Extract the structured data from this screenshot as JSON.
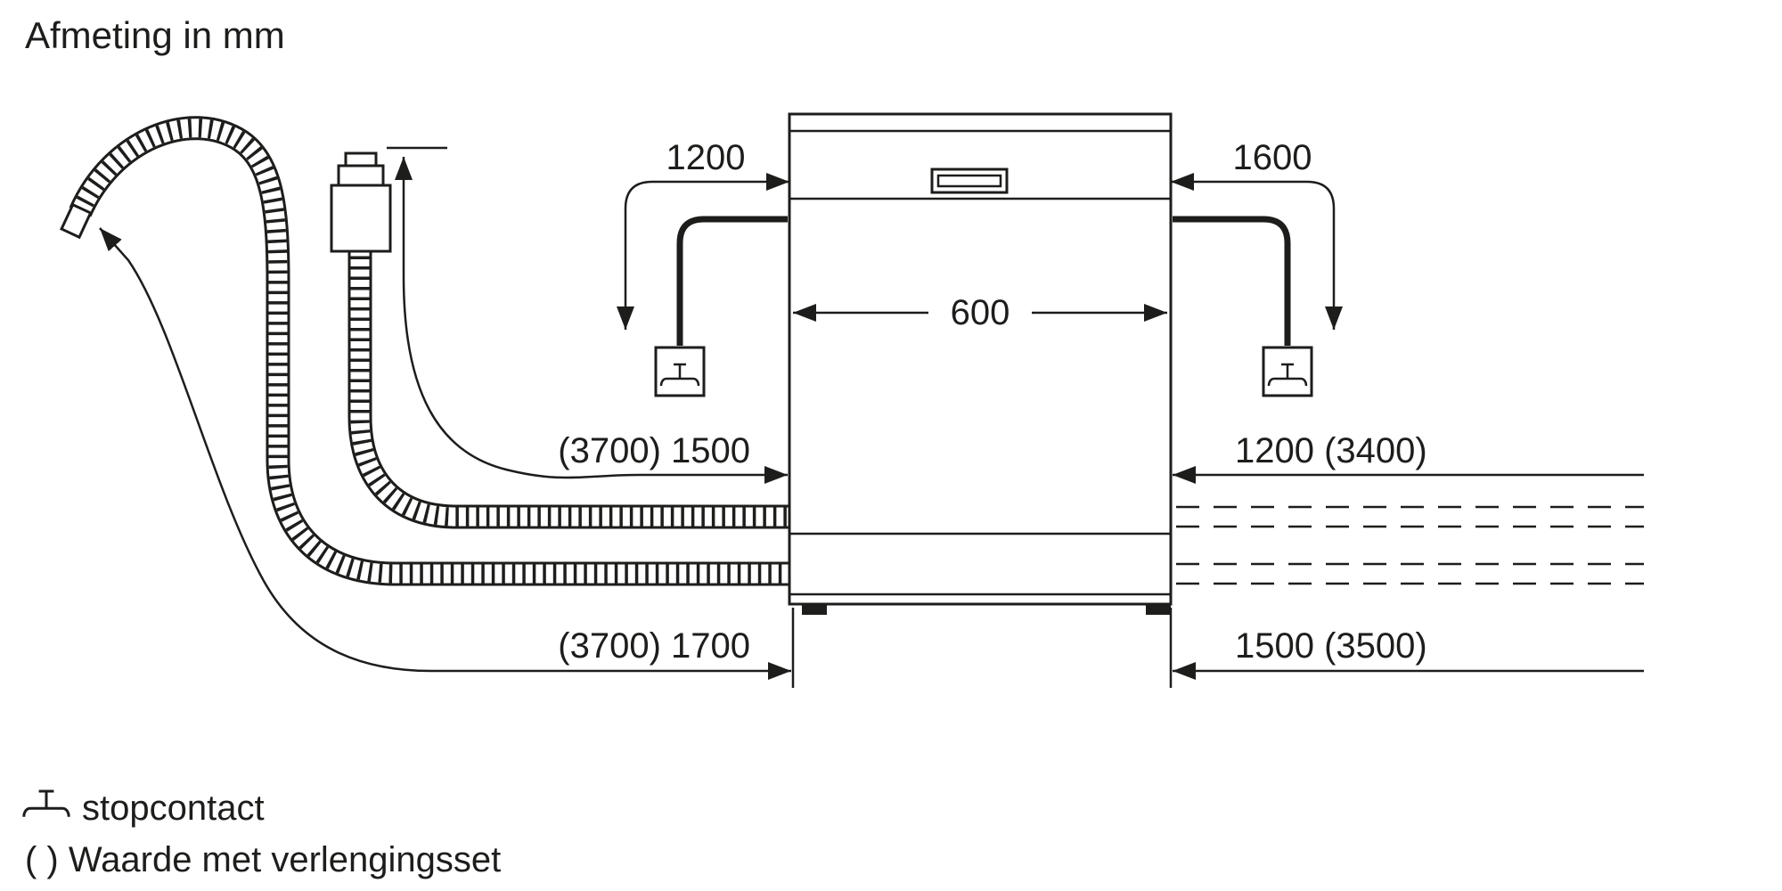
{
  "title": "Afmeting in mm",
  "dimensions": {
    "power_cord_left": "1200",
    "power_cord_right": "1600",
    "appliance_width": "600",
    "inlet_hose_left": "(3700) 1500",
    "inlet_hose_right": "1200 (3400)",
    "drain_hose_left": "(3700) 1700",
    "drain_hose_right": "1500 (3500)"
  },
  "legend": {
    "socket_icon": "socket-icon",
    "socket": "stopcontact",
    "extension": "( ) Waarde met verlengingsset"
  },
  "colors": {
    "line": "#1d1d1b",
    "background": "#ffffff"
  }
}
